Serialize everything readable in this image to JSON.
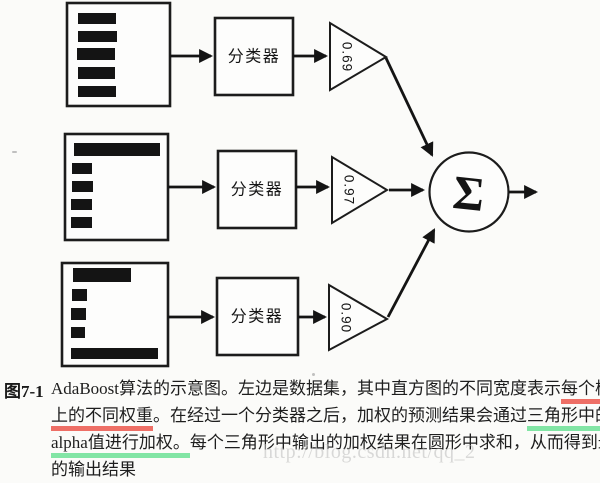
{
  "figure": {
    "sum_label": "Σ",
    "rows": [
      {
        "classifier_label": "分类器",
        "alpha_label": "0.69",
        "weight_bars": [
          [
            11,
            10,
            38,
            11
          ],
          [
            11,
            28,
            39,
            11
          ],
          [
            10,
            45,
            38,
            12
          ],
          [
            11,
            64,
            37,
            12
          ],
          [
            11,
            83,
            38,
            11
          ]
        ]
      },
      {
        "classifier_label": "分类器",
        "alpha_label": "0.97",
        "weight_bars": [
          [
            9,
            9,
            86,
            13
          ],
          [
            7,
            29,
            20,
            11
          ],
          [
            7,
            47,
            21,
            11
          ],
          [
            6,
            65,
            21,
            11
          ],
          [
            6,
            83,
            21,
            11
          ]
        ]
      },
      {
        "classifier_label": "分类器",
        "alpha_label": "0.90",
        "weight_bars": [
          [
            11,
            5,
            58,
            14
          ],
          [
            10,
            26,
            15,
            12
          ],
          [
            9,
            45,
            15,
            12
          ],
          [
            9,
            64,
            14,
            11
          ],
          [
            9,
            85,
            87,
            11
          ]
        ]
      }
    ]
  },
  "caption": {
    "label": "图7-1",
    "lines": [
      {
        "segments": [
          {
            "text": "AdaBoost算法的示意图。左边是数据集，其中直方图的不同宽度表示",
            "underline": "none"
          },
          {
            "text": "每个样例",
            "underline": "red"
          }
        ]
      },
      {
        "segments": [
          {
            "text": "上的不同权重",
            "underline": "red"
          },
          {
            "text": "。在经过一个分类器之后，加权的预测结果会通过",
            "underline": "none"
          },
          {
            "text": "三角形中的",
            "underline": "green"
          }
        ]
      },
      {
        "segments": [
          {
            "text": "alpha值进行加权。",
            "underline": "green"
          },
          {
            "text": "每个三角形中输出的加权结果在圆形中求和，从而得到最终",
            "underline": "none"
          }
        ]
      },
      {
        "segments": [
          {
            "text": "的输出结果",
            "underline": "none"
          }
        ]
      }
    ]
  },
  "watermark": "http://blog.csdn.net/qq_2",
  "colors": {
    "ink": "#1c1c1c",
    "paper": "#fbfbf9",
    "underline_red": "#ee6f66",
    "underline_green": "#82e5a5",
    "watermark_gray": "#bdbdbd"
  }
}
